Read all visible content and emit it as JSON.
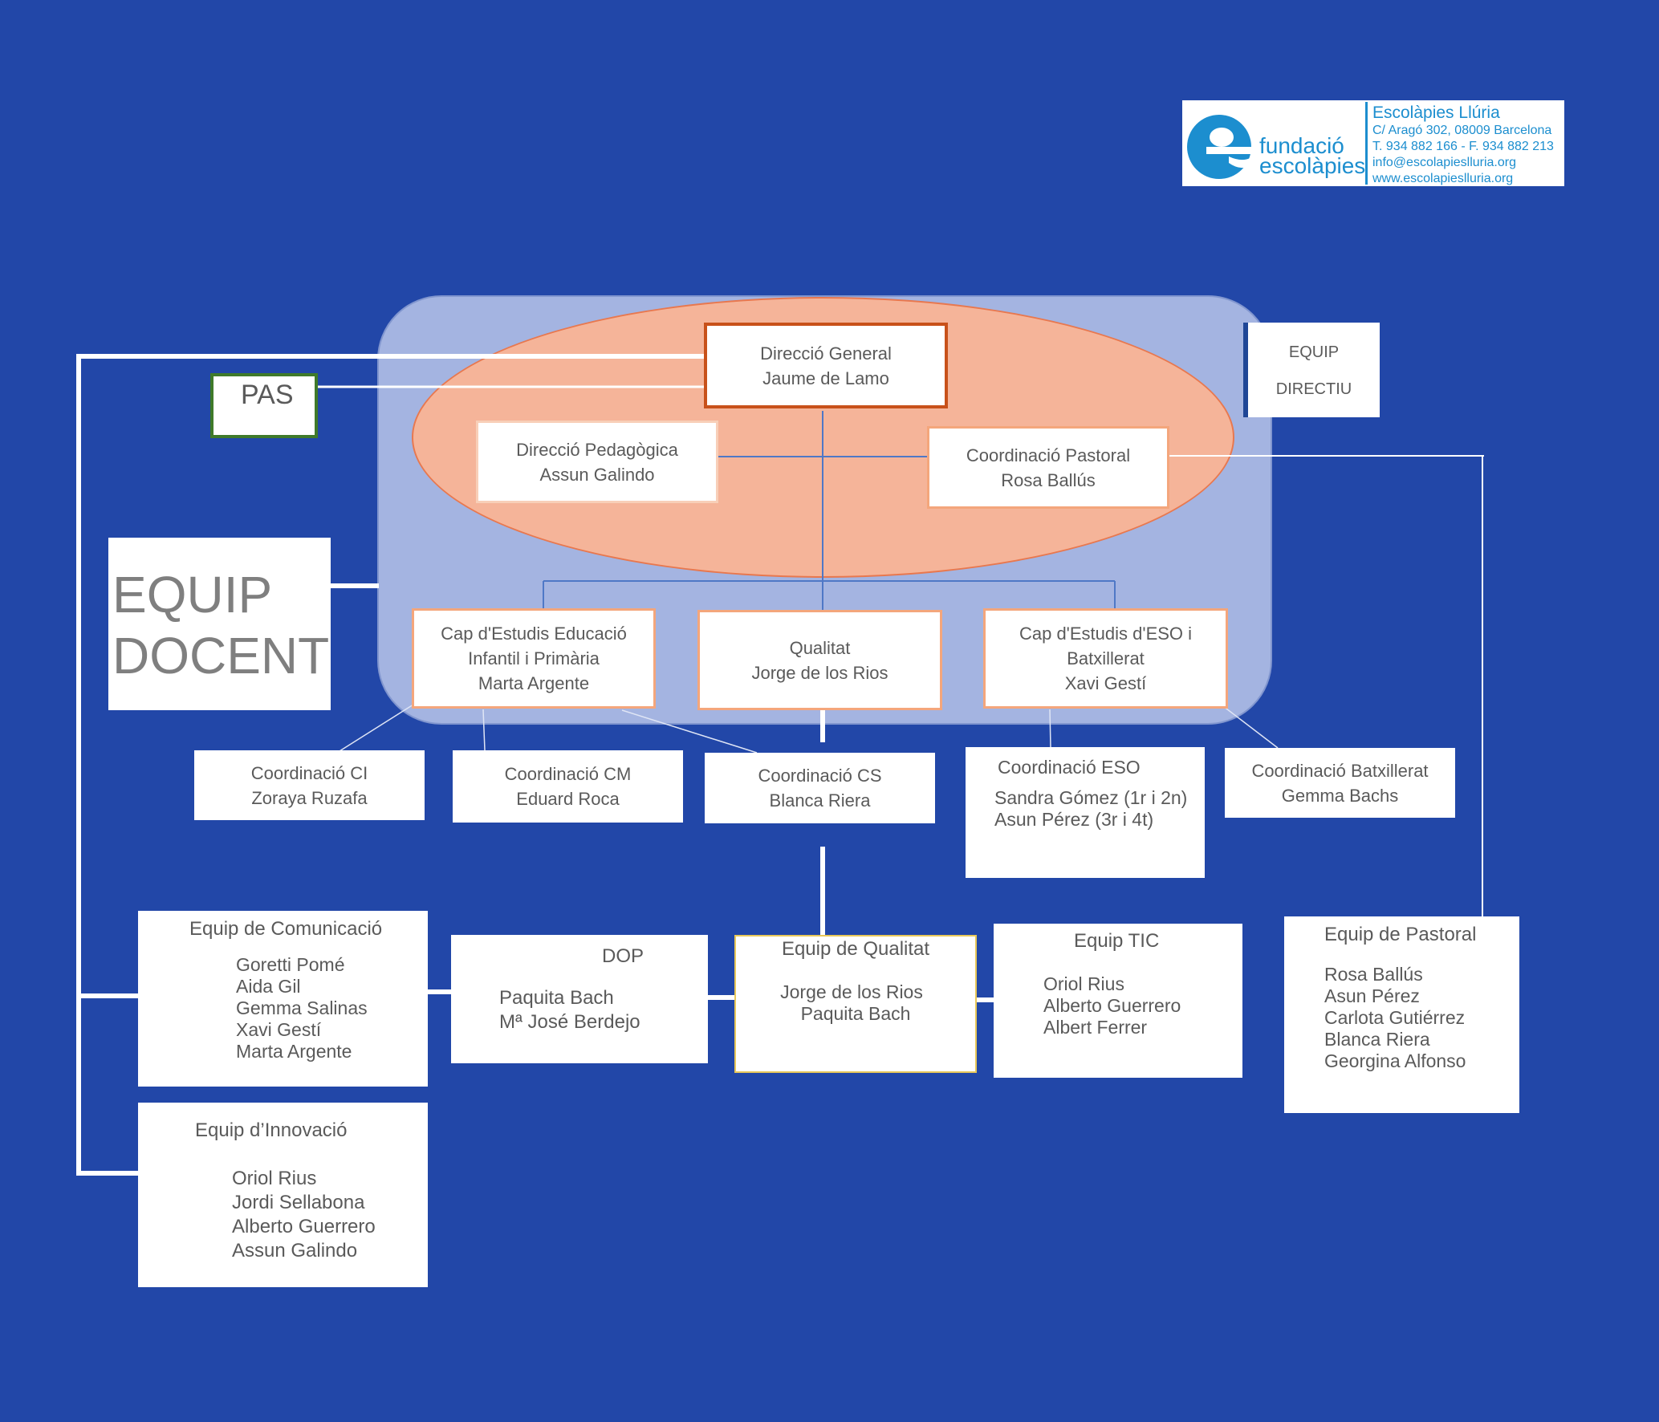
{
  "logo": {
    "brand_line1": "fundació",
    "brand_line2": "escolàpies",
    "school": "Escolàpies Llúria",
    "address": "C/ Aragó 302, 08009 Barcelona",
    "phone": "T. 934 882 166  - F. 934 882 213",
    "email": "info@escolapieslluria.org",
    "web": "www.escolapieslluria.org"
  },
  "labels": {
    "pas": "PAS",
    "equip_directiu_1": "EQUIP",
    "equip_directiu_2": "DIRECTIU",
    "equip_docent_1": "EQUIP",
    "equip_docent_2": "DOCENT"
  },
  "direction": {
    "general": {
      "title": "Direcció General",
      "name": "Jaume de Lamo"
    },
    "pedagogica": {
      "title": "Direcció Pedagògica",
      "name": "Assun Galindo"
    },
    "pastoral": {
      "title": "Coordinació Pastoral",
      "name": "Rosa Ballús"
    }
  },
  "second_level": {
    "cap_infantil": {
      "line1": "Cap d'Estudis Educació",
      "line2": "Infantil i Primària",
      "name": "Marta Argente"
    },
    "qualitat": {
      "title": "Qualitat",
      "name": "Jorge de los Rios"
    },
    "cap_eso": {
      "line1": "Cap d'Estudis d'ESO i",
      "line2": "Batxillerat",
      "name": "Xavi Gestí"
    }
  },
  "coordinations": {
    "ci": {
      "title": "Coordinació CI",
      "name": "Zoraya Ruzafa"
    },
    "cm": {
      "title": "Coordinació CM",
      "name": "Eduard Roca"
    },
    "cs": {
      "title": "Coordinació CS",
      "name": "Blanca Riera"
    },
    "eso": {
      "title": "Coordinació ESO",
      "members": [
        "Sandra Gómez (1r i 2n)",
        "Asun Pérez (3r i 4t)"
      ]
    },
    "batx": {
      "title": "Coordinació Batxillerat",
      "name": "Gemma Bachs"
    }
  },
  "teams": {
    "comunicacio": {
      "title": "Equip de Comunicació",
      "members": [
        "Goretti Pomé",
        "Aida Gil",
        "Gemma Salinas",
        "Xavi Gestí",
        "Marta Argente"
      ]
    },
    "dop": {
      "title": "DOP",
      "members": [
        "Paquita Bach",
        "Mª José Berdejo"
      ]
    },
    "qualitat": {
      "title": "Equip de Qualitat",
      "members": [
        "Jorge de los Rios",
        "Paquita Bach"
      ]
    },
    "tic": {
      "title": "Equip TIC",
      "members": [
        "Oriol Rius",
        "Alberto Guerrero",
        "Albert Ferrer"
      ]
    },
    "pastoral": {
      "title": "Equip de Pastoral",
      "members": [
        "Rosa Ballús",
        "Asun Pérez",
        "Carlota Gutiérrez",
        "Blanca Riera",
        "Georgina Alfonso"
      ]
    },
    "innovacio": {
      "title": "Equip d’Innovació",
      "members": [
        "Oriol Rius",
        "Jordi Sellabona",
        "Alberto Guerrero",
        "Assun Galindo"
      ]
    }
  },
  "colors": {
    "background": "#2247a8",
    "region": "#a4b4e1",
    "ellipse": "#f5b499",
    "direction_border": "#c8511a",
    "box_border": "#f4a67c",
    "pas_border": "#3f7a2a",
    "logo_blue": "#1c8ecf"
  }
}
